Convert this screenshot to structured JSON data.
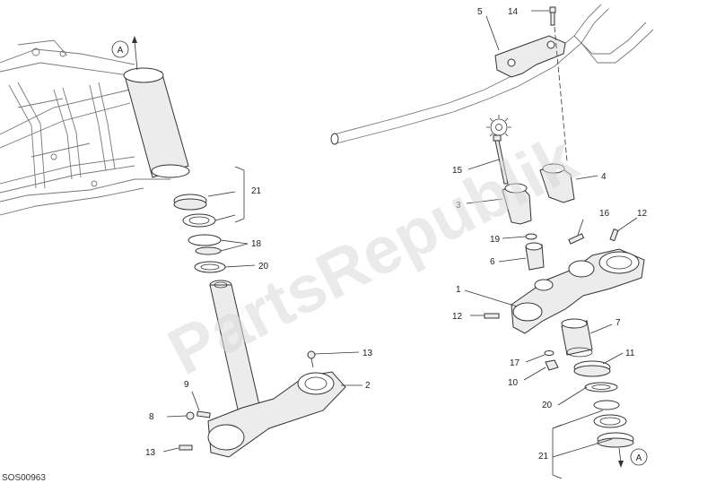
{
  "watermark": "PartsRepublik",
  "drawing_code": "SOS00963",
  "view_marker": "A",
  "callouts": {
    "c1": "1",
    "c2": "2",
    "c3": "3",
    "c4": "4",
    "c5": "5",
    "c6": "6",
    "c7": "7",
    "c8": "8",
    "c9": "9",
    "c10": "10",
    "c11": "11",
    "c12a": "12",
    "c12b": "12",
    "c13a": "13",
    "c13b": "13",
    "c14": "14",
    "c15": "15",
    "c16": "16",
    "c17": "17",
    "c18": "18",
    "c19": "19",
    "c20a": "20",
    "c20b": "20",
    "c21a": "21",
    "c21b": "21"
  },
  "colors": {
    "line": "#333333",
    "fill": "#ececec",
    "watermark": "#d8d8d8"
  }
}
